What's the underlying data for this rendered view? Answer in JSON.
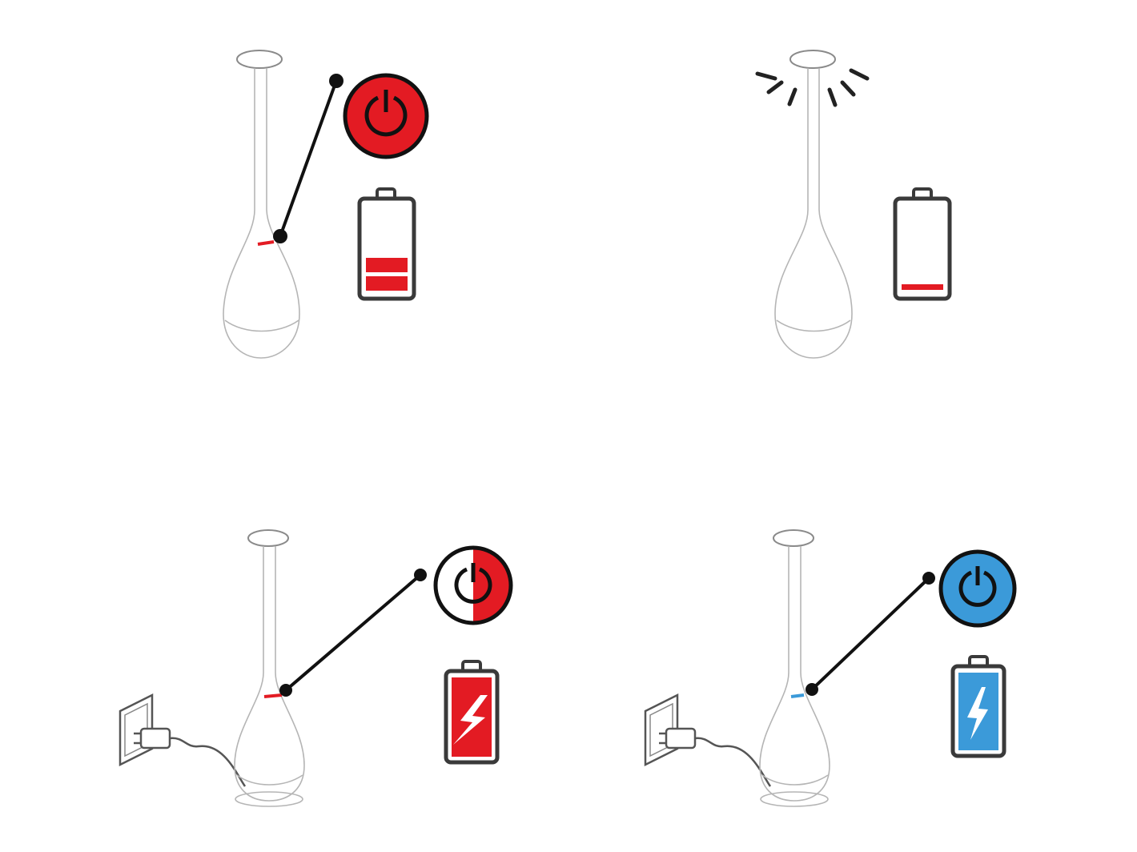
{
  "colors": {
    "red": "#e31b23",
    "blue": "#3b9ad9",
    "outline": "#111111",
    "lamp": "#8a8a8a",
    "battery_body": "#3a3a3a"
  },
  "panels": [
    {
      "id": "low-battery-press",
      "button_state": "red",
      "battery_level": 0.4,
      "battery_color": "red",
      "charging": false,
      "plugged_in": false,
      "light_rays": false,
      "icons": [
        "power-button-icon",
        "battery-low-icon",
        "callout-pointer-icon"
      ]
    },
    {
      "id": "empty-battery-blink",
      "button_state": "none",
      "battery_level": 0.05,
      "battery_color": "red",
      "charging": false,
      "plugged_in": false,
      "light_rays": true,
      "icons": [
        "light-rays-icon",
        "battery-empty-icon"
      ]
    },
    {
      "id": "charging",
      "button_state": "half-red",
      "battery_level": 1.0,
      "battery_color": "red",
      "charging": true,
      "plugged_in": true,
      "light_rays": false,
      "icons": [
        "power-button-half-icon",
        "battery-charging-icon",
        "wall-outlet-icon",
        "plug-icon"
      ]
    },
    {
      "id": "fully-charged",
      "button_state": "blue",
      "battery_level": 1.0,
      "battery_color": "blue",
      "charging": true,
      "plugged_in": true,
      "light_rays": false,
      "icons": [
        "power-button-blue-icon",
        "battery-charged-icon",
        "wall-outlet-icon",
        "plug-icon"
      ]
    }
  ]
}
